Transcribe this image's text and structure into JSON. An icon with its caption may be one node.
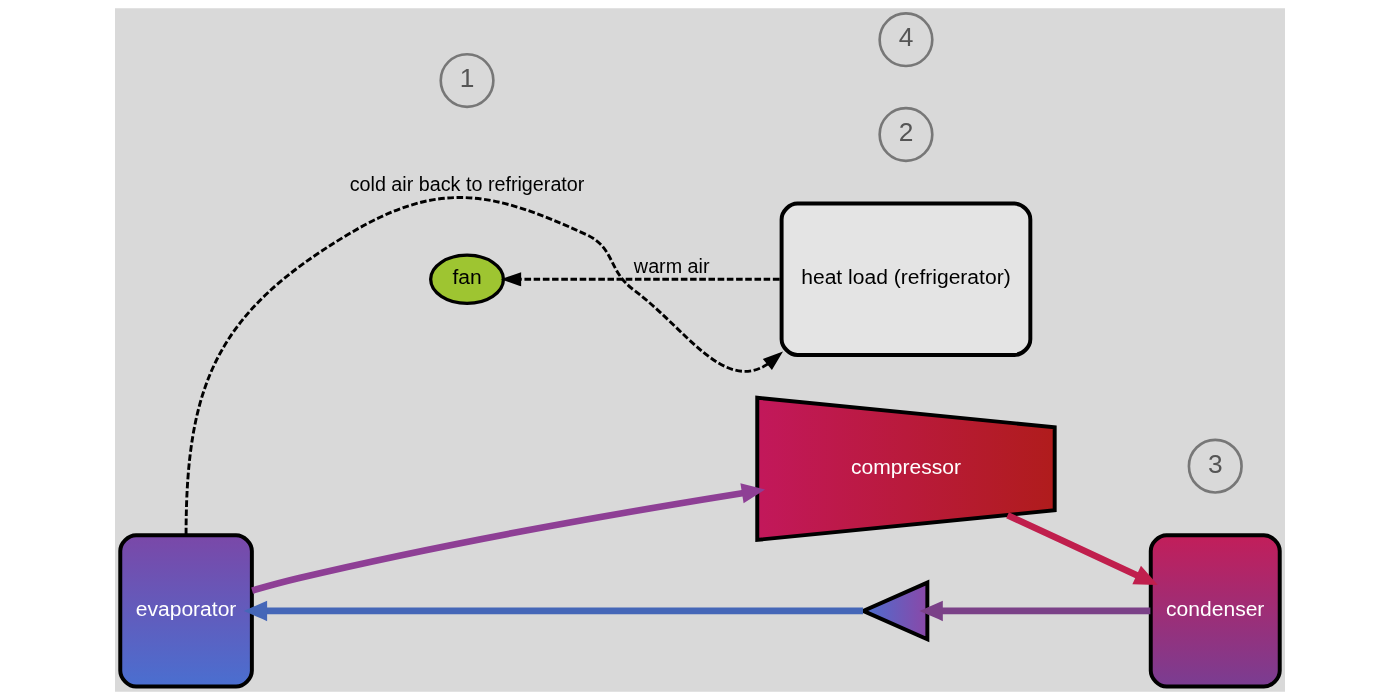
{
  "diagram": {
    "nodes": [
      {
        "text": [
          "compressor"
        ]
      },
      {
        "text": [
          "2"
        ]
      },
      {
        "text": [
          "evaporator"
        ]
      },
      {
        "text": [
          "1"
        ]
      },
      {
        "text": [
          "fan"
        ]
      },
      {
        "text": [
          "heat load (refrigerator)"
        ]
      },
      {
        "text": [
          "condenser"
        ]
      },
      {
        "text": [
          "3"
        ]
      },
      {
        "text": [],
        "shape": "bowtie"
      },
      {
        "text": [
          "4"
        ]
      }
    ],
    "edges": [
      {
        "from": 2,
        "to": 0,
        "arrow": "to",
        "color": "#8e3f95"
      },
      {
        "from": 0,
        "to": 6,
        "arrow": "to",
        "color": "#c01f4d"
      },
      {
        "from": 6,
        "to": 8,
        "arrow": "to",
        "color": "#7b4188"
      },
      {
        "from": 8,
        "to": 2,
        "arrow": "to",
        "color": "#4567b8"
      },
      {
        "from": 5,
        "to": 4,
        "arrow": "to",
        "label": "warm air",
        "style": "dashed"
      },
      {
        "from": 2,
        "to": 5,
        "arrow": "to",
        "label": "cold air back to refrigerator",
        "style": "dashed"
      }
    ]
  }
}
